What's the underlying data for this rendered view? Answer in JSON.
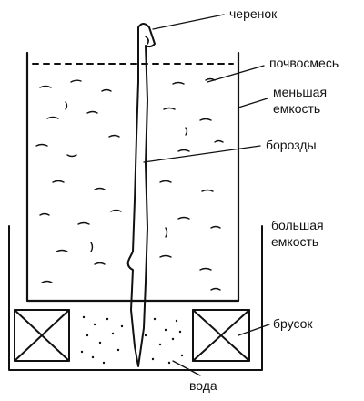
{
  "labels": {
    "cutting": "черенок",
    "soil_mix": "почвосмесь",
    "smaller_container_line1": "меньшая",
    "smaller_container_line2": "емкость",
    "grooves": "борозды",
    "larger_container_line1": "большая",
    "larger_container_line2": "емкость",
    "block": "брусок",
    "water": "вода"
  },
  "colors": {
    "ink": "#111111",
    "background": "#ffffff"
  }
}
